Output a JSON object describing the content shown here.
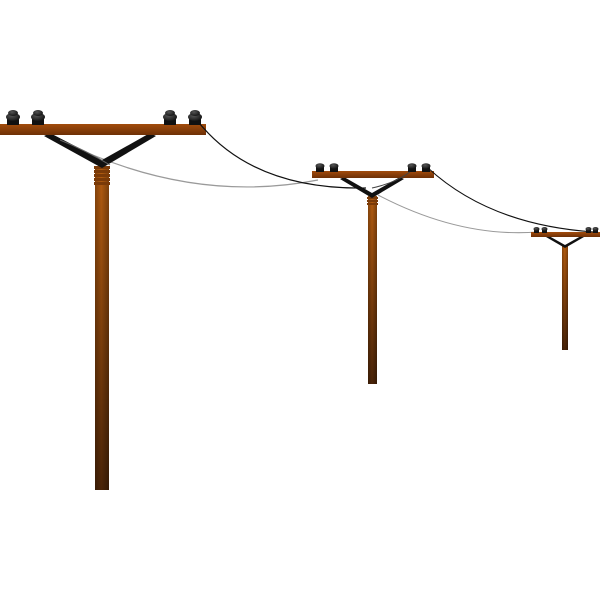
{
  "scene": {
    "subject": "utility-poles-with-power-lines",
    "background_color": "#ffffff",
    "pole_color_top": "#b35c10",
    "pole_color_bottom": "#4a2408",
    "crossarm_color": "#8a3e08",
    "brace_color": "#111111",
    "insulator_color": "#222222",
    "front_wire_color": "#111111",
    "back_wire_color": "#9a9a9a",
    "poles": [
      {
        "name": "pole-near",
        "insulators": 4
      },
      {
        "name": "pole-middle",
        "insulators": 4
      },
      {
        "name": "pole-far",
        "insulators": 4
      }
    ]
  }
}
